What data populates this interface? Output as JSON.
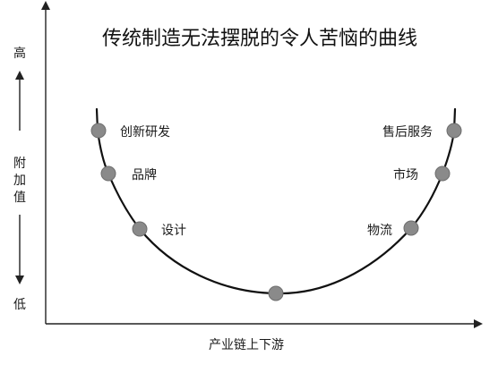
{
  "diagram": {
    "title": "传统制造无法摆脱的令人苦恼的曲线",
    "x_axis_label": "产业链上下游",
    "y_axis": {
      "top_label": "高",
      "bottom_label": "低",
      "middle_label": [
        "附",
        "加",
        "值"
      ]
    },
    "points": [
      {
        "label": "创新研发"
      },
      {
        "label": "品牌"
      },
      {
        "label": "设计"
      },
      {
        "label": ""
      },
      {
        "label": "物流"
      },
      {
        "label": "市场"
      },
      {
        "label": "售后服务"
      }
    ],
    "colors": {
      "curve": "#111111",
      "axis": "#222222",
      "point_fill": "#8a8a8a",
      "point_stroke": "#6e6e6e",
      "text": "#1a1a1a"
    }
  }
}
